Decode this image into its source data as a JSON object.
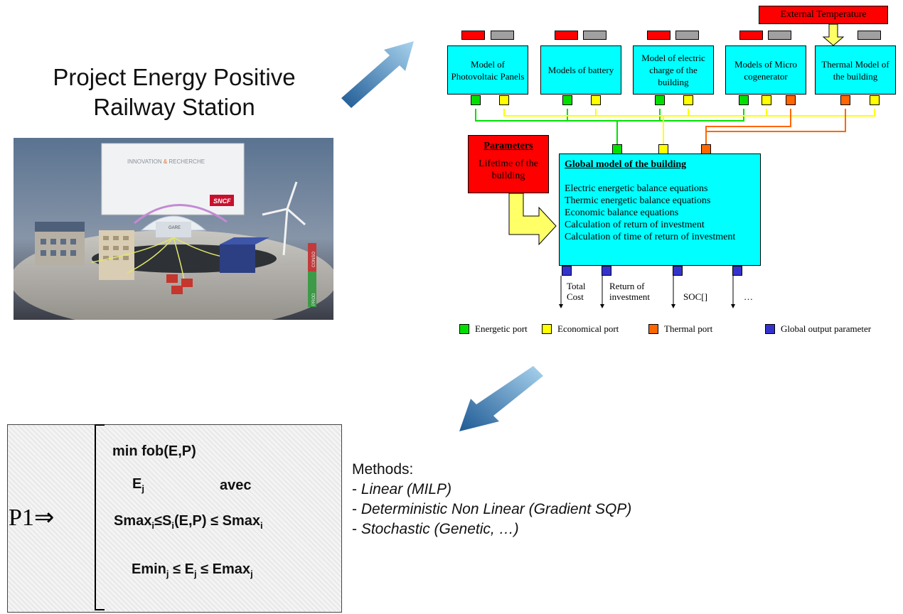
{
  "title": {
    "line1": "Project Energy Positive",
    "line2": "Railway Station"
  },
  "photo": {
    "panel_text_left": "INNOVATION ",
    "panel_text_amp": "&",
    "panel_text_right": " RECHERCHE",
    "logo": "SNCF",
    "gauge_top": "CONSO",
    "gauge_bottom": "PROD",
    "station_sign": "GARE"
  },
  "external_temperature": "External Temperature",
  "models": [
    {
      "label": "Model of Photovoltaic Panels"
    },
    {
      "label": "Models of battery"
    },
    {
      "label": "Model of electric charge of the building"
    },
    {
      "label": "Models of Micro cogenerator"
    },
    {
      "label": "Thermal Model of the building"
    }
  ],
  "parameters": {
    "heading": "Parameters",
    "text": "Lifetime of the building"
  },
  "global_model": {
    "heading": "Global model of the building",
    "lines": [
      "Electric energetic balance equations",
      "Thermic energetic balance equations",
      "Economic balance equations",
      "Calculation of return of investment",
      "Calculation of time of return of investment"
    ]
  },
  "outputs": {
    "o1": "Total Cost",
    "o2": "Return of investment",
    "o3": "SOC[]",
    "o4": "…"
  },
  "legend": {
    "energetic": "Energetic port",
    "economical": "Economical port",
    "thermal": "Thermal port",
    "global": "Global output parameter",
    "colors": {
      "energetic": "#00e000",
      "economical": "#ffff00",
      "thermal": "#ff6600",
      "global": "#3333cc"
    }
  },
  "problem": {
    "label": "P1⇒",
    "line1": "min fob(E,P)",
    "line2_var": "E",
    "line2_sub": "j",
    "line2_word": "avec",
    "line3a": "Smax",
    "line3a_sub": "i",
    "line3b": "≤S",
    "line3b_sub": "i",
    "line3c": "(E,P) ≤ Smax",
    "line3c_sub": "i",
    "line4a": "Emin",
    "line4a_sub": "j",
    "line4b": " ≤ E",
    "line4b_sub": "j",
    "line4c": " ≤ Emax",
    "line4c_sub": "j"
  },
  "methods": {
    "heading": "Methods:",
    "items": [
      "Linear (MILP)",
      "Deterministic Non Linear (Gradient SQP)",
      "Stochastic (Genetic, …)"
    ]
  }
}
